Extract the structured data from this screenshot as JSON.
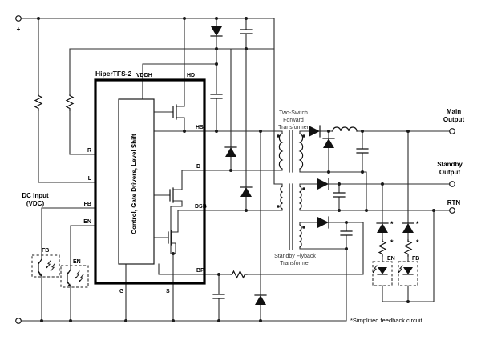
{
  "colors": {
    "background": "#ffffff",
    "wire": "#2b2b2b",
    "component": "#111111",
    "ic_border": "#000000",
    "text": "#000000",
    "muted_text": "#333333"
  },
  "input": {
    "positive": "+",
    "negative": "−",
    "label": [
      "DC Input",
      "(VDC)"
    ]
  },
  "ic": {
    "name": "HiperTFS-2",
    "inner_block": "Control, Gate Drivers, Level Shift",
    "pins": {
      "vddh": "VDDH",
      "hd": "HD",
      "hs": "HS",
      "r": "R",
      "l": "L",
      "fb": "FB",
      "en": "EN",
      "d": "D",
      "dsb": "DSB",
      "bp": "BP",
      "g": "G",
      "s": "S"
    }
  },
  "transformers": {
    "forward": [
      "Two-Switch",
      "Forward",
      "Transformer"
    ],
    "flyback": [
      "Standby Flyback",
      "Transformer"
    ]
  },
  "outputs": {
    "main": [
      "Main",
      "Output"
    ],
    "standby": [
      "Standby",
      "Output"
    ],
    "rtn": "RTN"
  },
  "optocouplers": {
    "fb": "FB",
    "en": "EN"
  },
  "feedback": {
    "en_label": "EN",
    "fb_label": "FB",
    "asterisk": "*",
    "note": "*Simplified feedback circuit"
  }
}
